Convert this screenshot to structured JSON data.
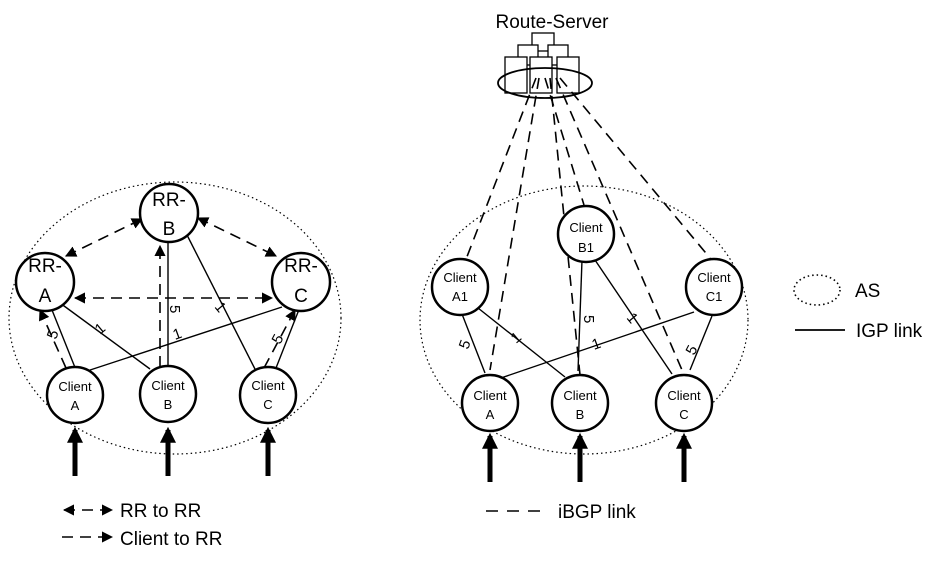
{
  "left_diagram": {
    "route_reflectors": [
      {
        "id": "rr-a",
        "line1": "RR-",
        "line2": "A"
      },
      {
        "id": "rr-b",
        "line1": "RR-",
        "line2": "B"
      },
      {
        "id": "rr-c",
        "line1": "RR-",
        "line2": "C"
      }
    ],
    "clients": [
      {
        "id": "client-a",
        "line1": "Client",
        "line2": "A"
      },
      {
        "id": "client-b",
        "line1": "Client",
        "line2": "B"
      },
      {
        "id": "client-c",
        "line1": "Client",
        "line2": "C"
      }
    ],
    "link_weights": [
      "5",
      "1",
      "5",
      "1",
      "1",
      "5"
    ]
  },
  "right_diagram": {
    "title": "Route-Server",
    "upper_clients": [
      {
        "id": "client-a1",
        "line1": "Client",
        "line2": "A1"
      },
      {
        "id": "client-b1",
        "line1": "Client",
        "line2": "B1"
      },
      {
        "id": "client-c1",
        "line1": "Client",
        "line2": "C1"
      }
    ],
    "clients": [
      {
        "id": "client-a",
        "line1": "Client",
        "line2": "A"
      },
      {
        "id": "client-b",
        "line1": "Client",
        "line2": "B"
      },
      {
        "id": "client-c",
        "line1": "Client",
        "line2": "C"
      }
    ],
    "link_weights": [
      "5",
      "1",
      "5",
      "1",
      "1",
      "5"
    ]
  },
  "legend": {
    "as": "AS",
    "igp_link": "IGP link",
    "rr_to_rr": "RR to RR",
    "client_to_rr": "Client to RR",
    "ibgp_link": "iBGP link"
  }
}
